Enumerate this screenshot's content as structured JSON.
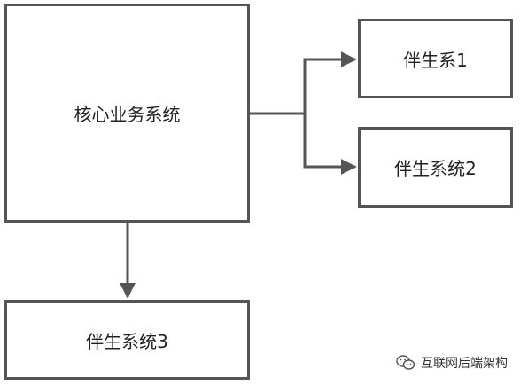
{
  "diagram": {
    "nodes": [
      {
        "id": "core",
        "label": "核心业务系统"
      },
      {
        "id": "comp1",
        "label": "伴生系1"
      },
      {
        "id": "comp2",
        "label": "伴生系统2"
      },
      {
        "id": "comp3",
        "label": "伴生系统3"
      }
    ],
    "edges": [
      {
        "from": "core",
        "to": "comp1"
      },
      {
        "from": "core",
        "to": "comp2"
      },
      {
        "from": "core",
        "to": "comp3"
      }
    ],
    "colors": {
      "stroke": "#555555",
      "text": "#222222"
    }
  },
  "watermark": {
    "icon": "wechat-icon",
    "text": "互联网后端架构"
  }
}
